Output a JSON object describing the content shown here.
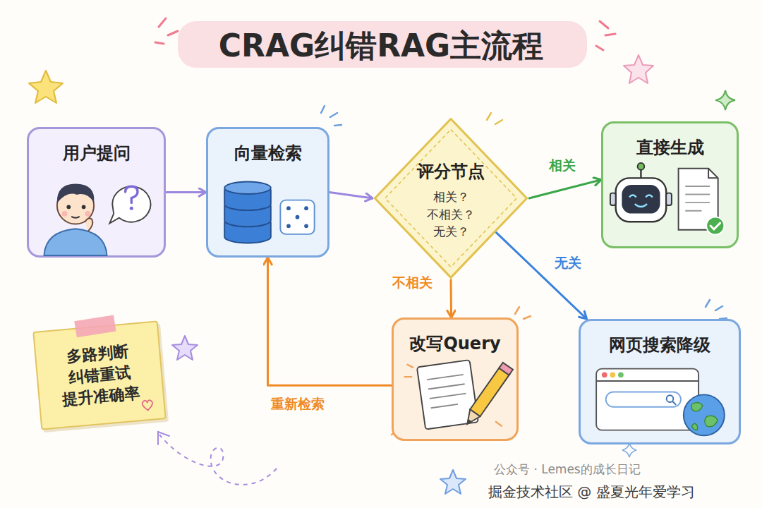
{
  "diagram": {
    "title": "CRAG纠错RAG主流程",
    "nodes": [
      {
        "text": [
          "用户提问"
        ]
      },
      {
        "text": [
          "向量检索"
        ]
      },
      {
        "text": [
          "评分节点",
          "相关？不相关？ 无关？"
        ]
      },
      {
        "text": [
          "直接生成"
        ]
      },
      {
        "text": [
          "改写Query"
        ]
      },
      {
        "text": [
          "网页搜索降级"
        ]
      },
      {
        "text": [
          "多路判断 纠错重试 提升准确率"
        ]
      }
    ],
    "edges": [
      {
        "from": 0,
        "to": 1,
        "arrow": "to"
      },
      {
        "from": 1,
        "to": 2,
        "arrow": "to"
      },
      {
        "from": 2,
        "to": 3,
        "label": "相关",
        "arrow": "to"
      },
      {
        "from": 2,
        "to": 4,
        "label": "不相关",
        "arrow": "to"
      },
      {
        "from": 2,
        "to": 5,
        "label": "无关",
        "arrow": "to"
      },
      {
        "from": 4,
        "to": 1,
        "label": "重新检索",
        "arrow": "to"
      }
    ],
    "labels": [
      "公众号 · Lemes的成长日记",
      "掘金技术社区 @ 盛夏光年爱学习"
    ]
  }
}
